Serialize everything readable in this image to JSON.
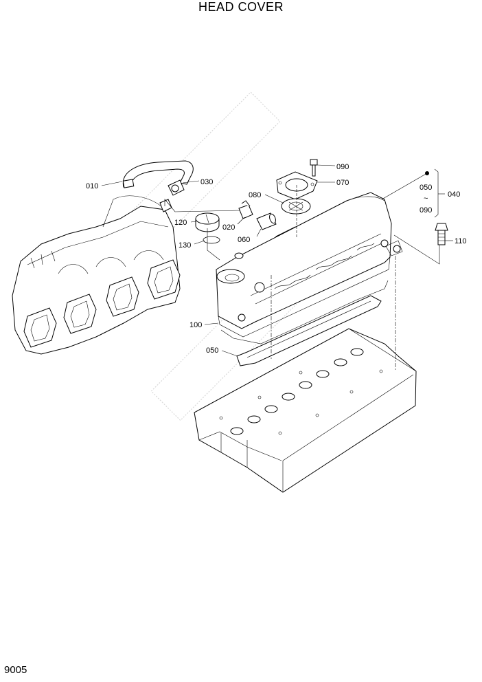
{
  "page": {
    "title": "HEAD COVER",
    "number": "9005"
  },
  "labels": {
    "p010": "010",
    "p020": "020",
    "p030": "030",
    "p040": "040",
    "p050_top": "050",
    "p050_bottom": "050",
    "p060": "060",
    "p070": "070",
    "p080": "080",
    "p090_top": "090",
    "p090_range": "090",
    "p100": "100",
    "p110": "110",
    "p120": "120",
    "p130": "130",
    "range_sep": "~"
  }
}
